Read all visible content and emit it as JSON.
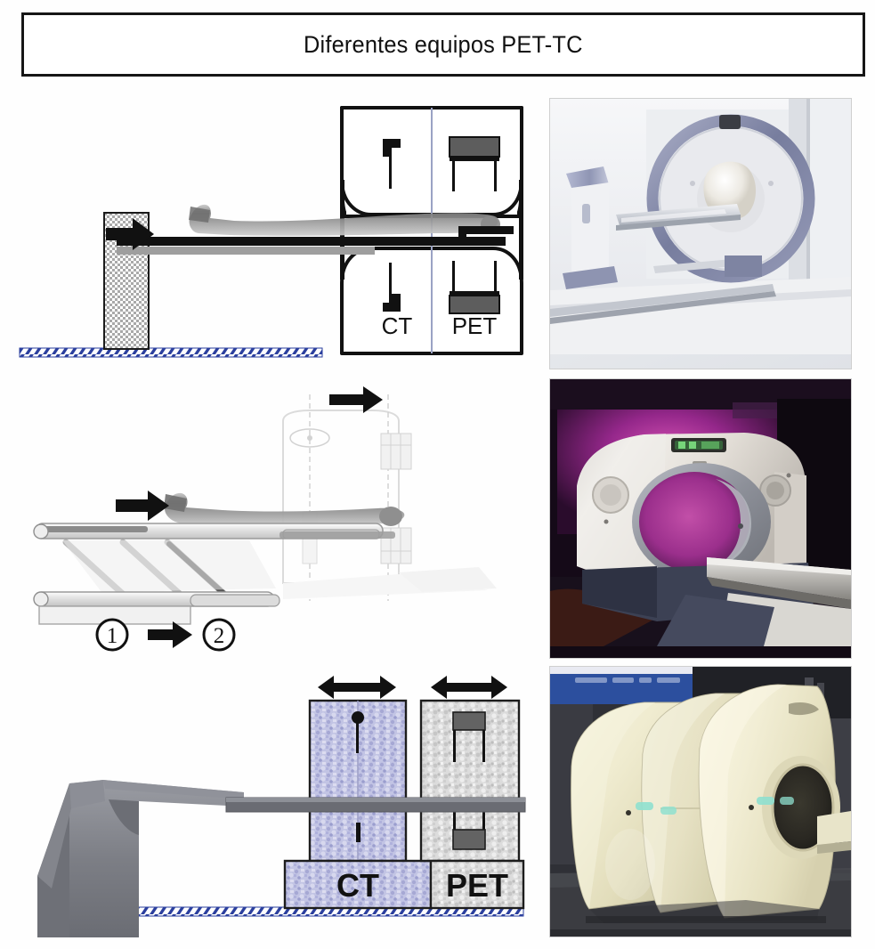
{
  "title": {
    "text": "Diferentes equipos PET-TC"
  },
  "rows": [
    {
      "id": "row-1",
      "diagram": {
        "name": "inline-tandem-gantry-diagram",
        "description": "Corte del gantry combinado: el paciente entra en una sola carcasa con los anillos CT y PET en tandem",
        "labels": [
          "CT",
          "PET"
        ],
        "arrow_direction": "right",
        "floor_hatch_color": "#2b3f9e",
        "patient_color": "#8d8d8d",
        "outline_color": "#111111",
        "pedestal_fill": "#d8d8d8"
      },
      "photo": {
        "name": "pet-ct-ring-gantry-photo",
        "description": "Equipo PET-TC blanco con anillo detector azul grisaceo y camilla sobre railes",
        "colors": {
          "ring": "#8b90ae",
          "body": "#e7e9ec",
          "table": "#c9cdd4",
          "column": "#9aa0bb"
        }
      }
    },
    {
      "id": "row-2",
      "diagram": {
        "name": "sliding-couch-two-position-diagram",
        "description": "Camilla deslizante con dos posiciones de exploracion marcadas 1 y 2",
        "labels": [
          "1",
          "2"
        ],
        "step_markers": [
          "①",
          "②"
        ],
        "arrow_direction": "right",
        "patient_color": "#9a9a9a",
        "outline_color": "#111111",
        "couch_fill": "#e4e4e4"
      },
      "photo": {
        "name": "ge-pet-ct-magenta-room-photo",
        "description": "Equipo PET-TC GE en sala con iluminacion magenta, gantry blanco con tunel y camilla",
        "colors": {
          "gantry": "#e6e3df",
          "room_glow": "#b0268f",
          "bore": "#8e8f96",
          "base": "#3a3f52",
          "display": "#3d7a3a"
        }
      }
    },
    {
      "id": "row-3",
      "diagram": {
        "name": "separate-ct-and-pet-blocks-diagram",
        "description": "Dos bloques independientes CT y PET sobre bases rotuladas, con camilla comun y flechas de desplazamiento",
        "labels": [
          "CT",
          "PET"
        ],
        "arrow_direction": "bidirectional",
        "ct_texture_color": "#b9bbe0",
        "pet_texture_color": "#d6d6d6",
        "support_color": "#7d7f86",
        "floor_hatch_color": "#2b3f9e"
      },
      "photo": {
        "name": "cream-tandem-pet-ct-photo",
        "description": "Equipo PET-TC de carcasa color crema con dos modulos en tandem, fotografiado en feria",
        "colors": {
          "shell": "#eeeacd",
          "shell_shadow": "#cfcaa7",
          "banner": "#2c4f9e",
          "floor": "#3c3d42",
          "bore": "#d7d2b4"
        }
      }
    }
  ]
}
